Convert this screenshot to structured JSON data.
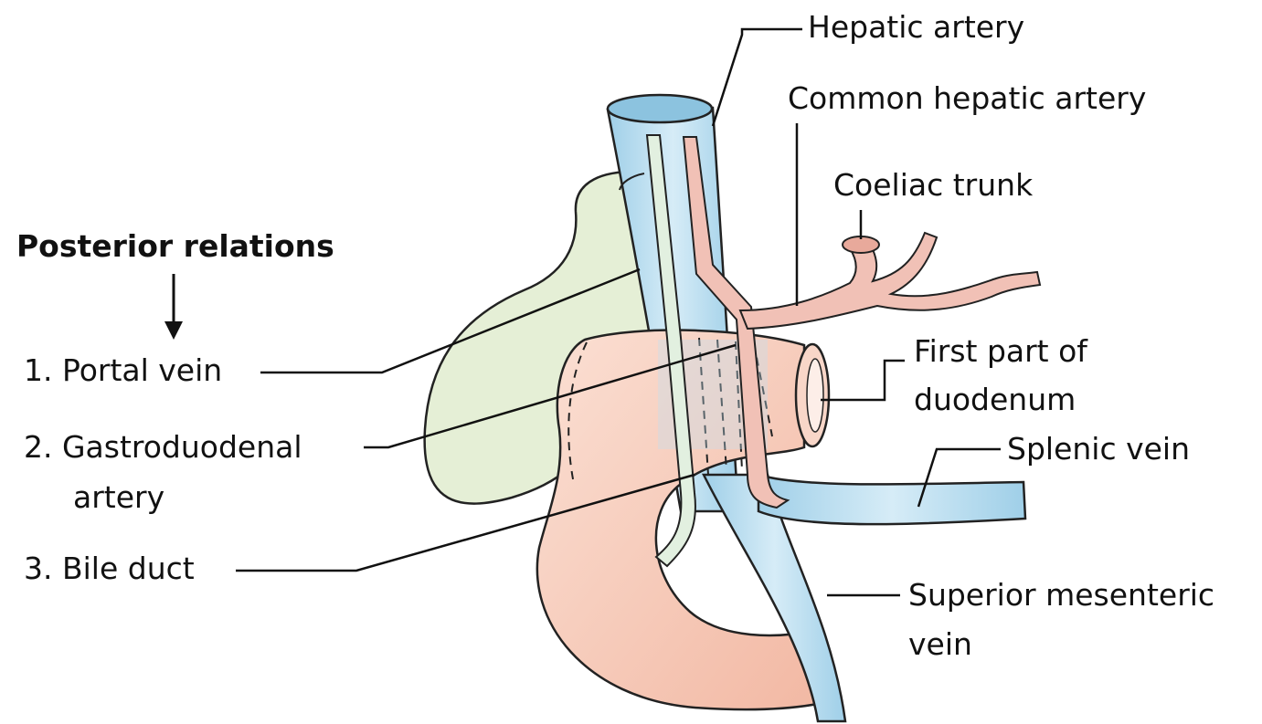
{
  "diagram": {
    "heading": "Posterior relations",
    "left_labels": {
      "portal_vein": "1. Portal vein",
      "gastroduodenal_line1": "2. Gastroduodenal",
      "gastroduodenal_line2": "artery",
      "bile_duct": "3. Bile duct"
    },
    "right_labels": {
      "hepatic_artery": "Hepatic artery",
      "common_hepatic_artery": "Common hepatic artery",
      "coeliac_trunk": "Coeliac trunk",
      "first_part_line1": "First part of",
      "first_part_line2": "duodenum",
      "splenic_vein": "Splenic vein",
      "superior_mesenteric_line1": "Superior mesenteric",
      "superior_mesenteric_line2": "vein"
    },
    "colors": {
      "vein": "#b7dcef",
      "artery": "#f1c1b6",
      "duodenum": "#f7d0c0",
      "gallbladder": "#e5efd6",
      "outline": "#222222"
    }
  }
}
